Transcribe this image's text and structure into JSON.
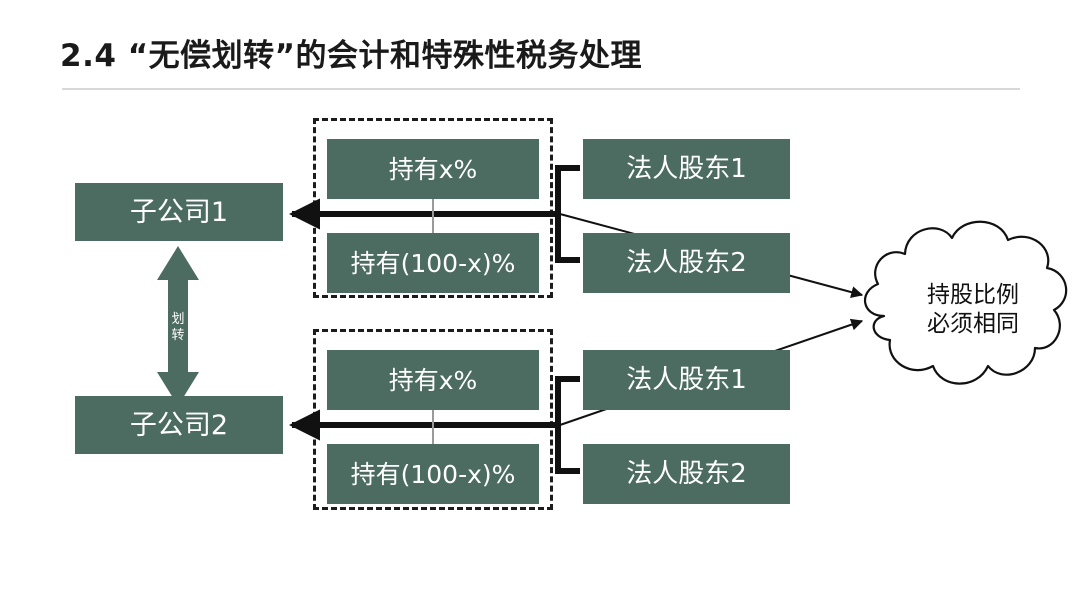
{
  "slide": {
    "title": "2.4 “无偿划转”的会计和特殊性税务处理",
    "accent_green": "#4c6b61",
    "line_color": "#1c1c1c",
    "rule_color": "#d8d8d8",
    "background": "#ffffff"
  },
  "groups": [
    {
      "id": "upper",
      "subsidiary": "子公司1",
      "holding_top": "持有x%",
      "holding_bottom": "持有(100-x)%",
      "shareholder_top": "法人股东1",
      "shareholder_bottom": "法人股东2"
    },
    {
      "id": "lower",
      "subsidiary": "子公司2",
      "holding_top": "持有x%",
      "holding_bottom": "持有(100-x)%",
      "shareholder_top": "法人股东1",
      "shareholder_bottom": "法人股东2"
    }
  ],
  "transfer_arrow": {
    "label_char_1": "划",
    "label_char_2": "转",
    "label_full": "划转"
  },
  "callout": {
    "line1": "持股比例",
    "line2": "必须相同",
    "full": "持股比例必须相同"
  }
}
